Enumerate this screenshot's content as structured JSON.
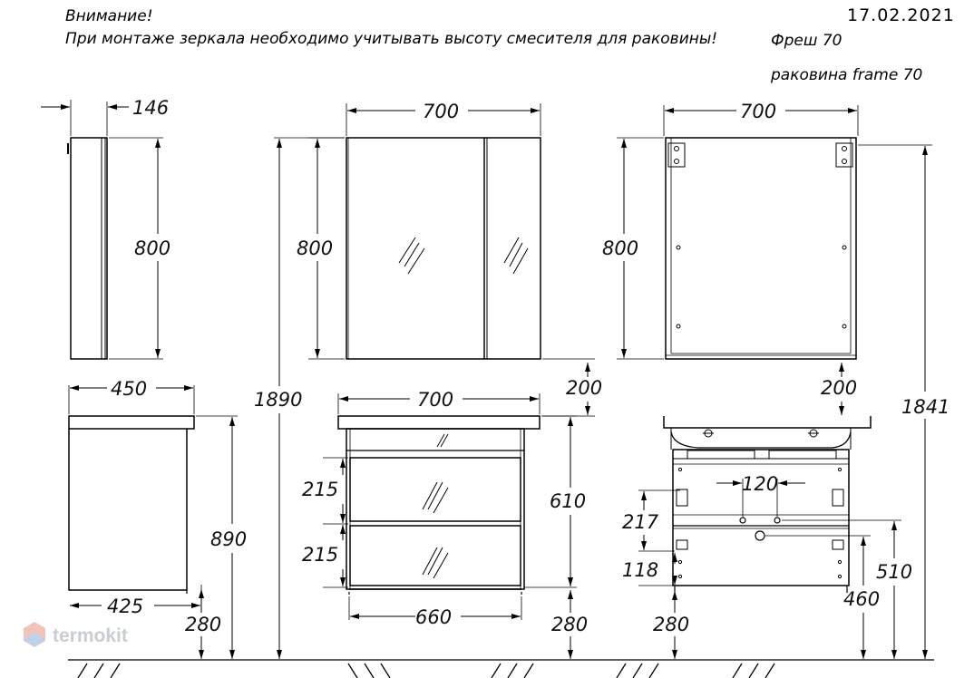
{
  "header": {
    "attention": "Внимание!",
    "notice": "При монтаже зеркала необходимо учитывать высоту смесителя для раковины!",
    "date": "17.02.2021",
    "model": "Фреш 70",
    "sink": "раковина  frame 70"
  },
  "dimensions": {
    "mirror_depth": "146",
    "mirror_height_side": "800",
    "mirror_width_front": "700",
    "mirror_height_front": "800",
    "mirror_width_back": "700",
    "mirror_height_back": "800",
    "total_height_mirror": "1890",
    "total_height_back": "1841",
    "gap_front": "200",
    "gap_back": "200",
    "cabinet_depth": "450",
    "cabinet_height_side": "890",
    "cabinet_inner_depth": "425",
    "legs_side": "280",
    "vanity_width": "700",
    "drawer_top": "215",
    "drawer_bottom": "215",
    "vanity_height": "610",
    "vanity_inner_width": "660",
    "legs_front": "280",
    "hole_spacing": "120",
    "dim_217": "217",
    "dim_118": "118",
    "dim_510": "510",
    "dim_460": "460",
    "legs_back": "280"
  },
  "watermark": {
    "text": "termokit",
    "icon": "termokit-logo-icon"
  }
}
